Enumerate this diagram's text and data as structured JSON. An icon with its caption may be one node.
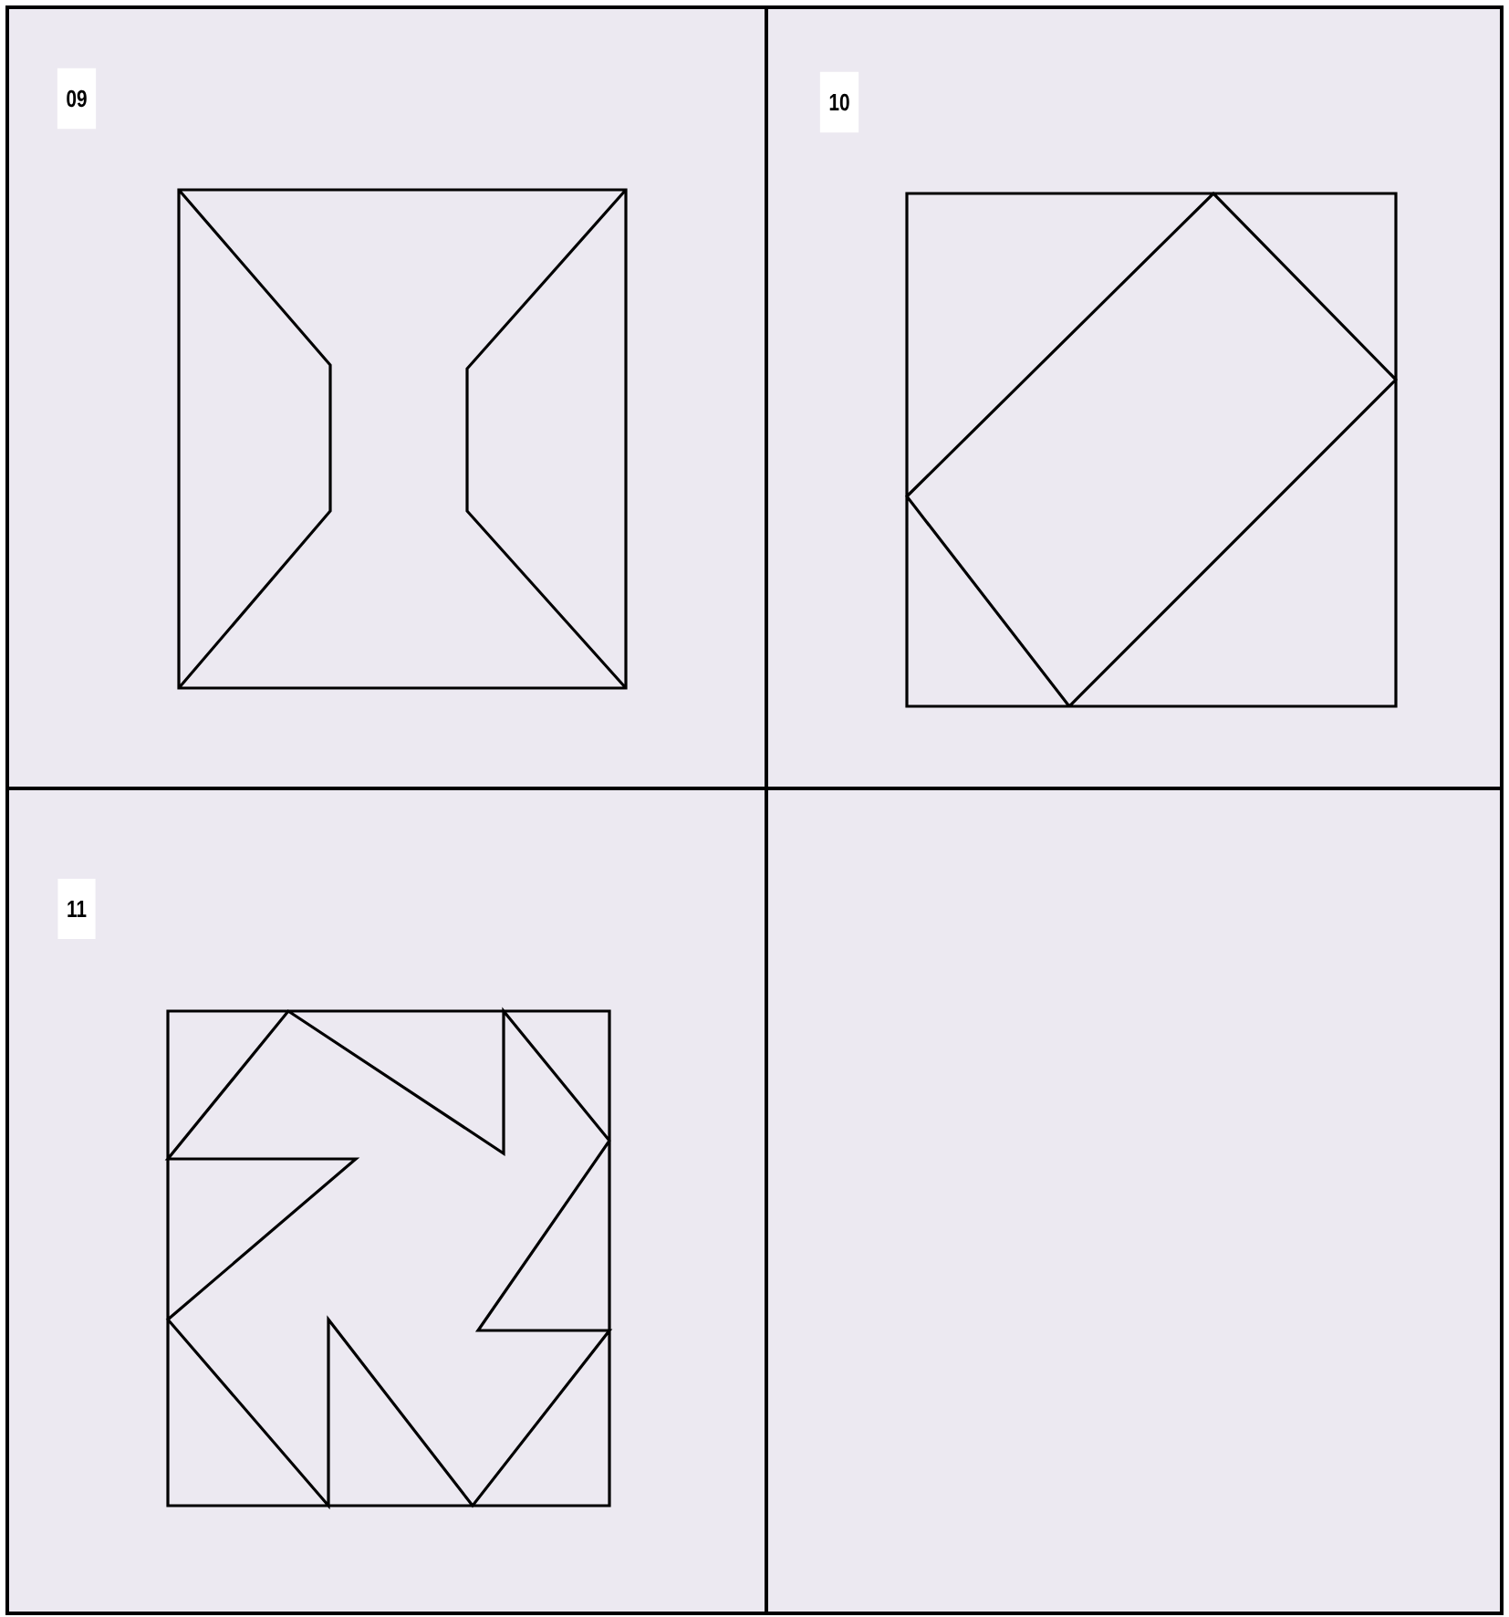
{
  "diagram": {
    "labels": [
      "09",
      "10",
      "11"
    ]
  }
}
